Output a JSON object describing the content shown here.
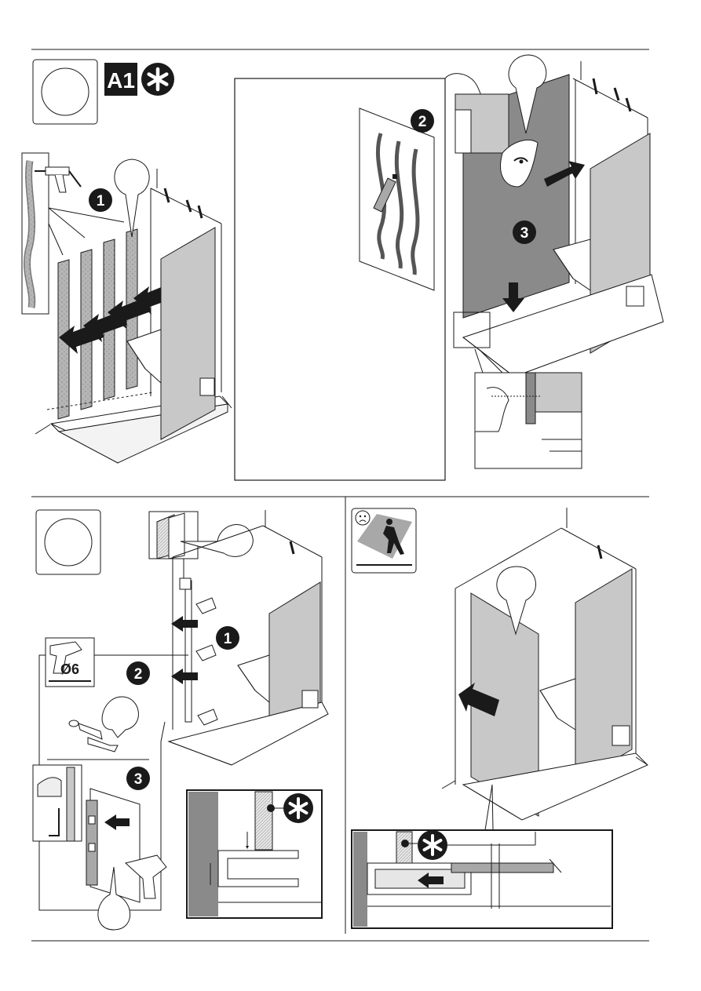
{
  "header_badge": {
    "code": "A1"
  },
  "section_a": {
    "steps": [
      "1",
      "2",
      "3"
    ]
  },
  "section_b": {
    "steps": [
      "1",
      "2",
      "3"
    ],
    "drill_size": "Ø6"
  },
  "colors": {
    "line": "#1a1a1a",
    "panel": "#8a8a8a",
    "panel_light": "#d9d9d9",
    "badge": "#1a1a1a"
  },
  "icons": [
    "asterisk-icon",
    "frown-face-icon",
    "eye-icon",
    "drill-icon",
    "silicone-gun-icon",
    "spirit-level-icon"
  ]
}
